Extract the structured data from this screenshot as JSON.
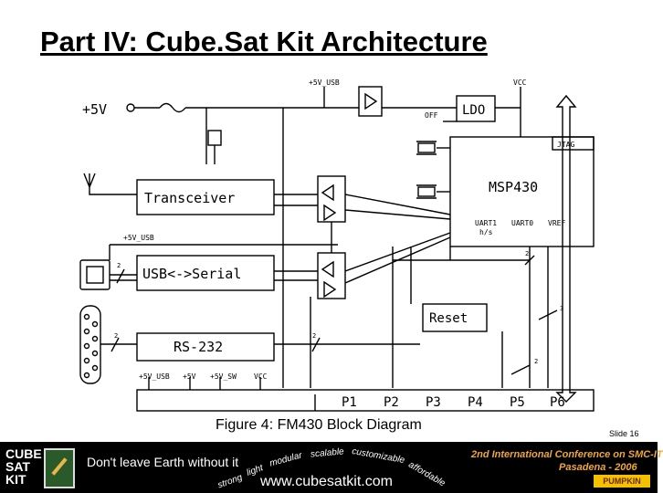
{
  "slide": {
    "title": "Part IV: Cube.Sat Kit Architecture",
    "caption": "Figure 4: FM430 Block Diagram",
    "slide_number": "Slide 16"
  },
  "diagram": {
    "power": {
      "plus5v": "+5V",
      "plus5v_usb": "+5V_USB",
      "vcc": "VCC",
      "ldo": "LDO",
      "off": "OFF"
    },
    "mcu": {
      "name": "MSP430",
      "jtag": "JTAG",
      "uart1": "UART1",
      "uart0": "UART0",
      "vref": "VREF",
      "hs": "h/s"
    },
    "blocks": {
      "transceiver": "Transceiver",
      "usb_serial": "USB<->Serial",
      "rs232": "RS-232",
      "reset": "Reset"
    },
    "usb_supply": "+5V_USB",
    "bus_labels": [
      "+5V_USB",
      "+5V",
      "+5V_SW",
      "VCC"
    ],
    "ports": [
      "P1",
      "P2",
      "P3",
      "P4",
      "P5",
      "P6"
    ],
    "wire_counts": [
      "2",
      "2",
      "2",
      "2",
      "3",
      "2"
    ]
  },
  "footer": {
    "logo_lines": [
      "CUBE",
      "SAT",
      "KIT"
    ],
    "tagline": "Don't leave Earth without it",
    "words": [
      "strong",
      "light",
      "modular",
      "scalable",
      "customizable",
      "affordable"
    ],
    "url": "www.cubesatkit.com",
    "conference_line1": "2nd International Conference on SMC-IT",
    "conference_line2": "Pasadena - 2006",
    "pumpkin": "PUMPKIN"
  }
}
